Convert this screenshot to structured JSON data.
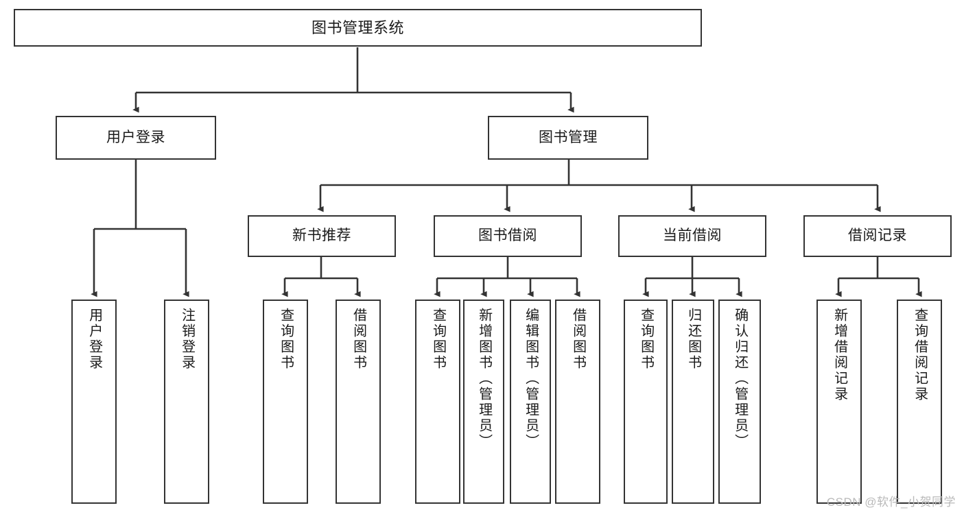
{
  "diagram": {
    "title": "图书管理系统",
    "type": "hierarchy-tree",
    "line_color": "#333333",
    "box_fill": "#ffffff",
    "text_color": "#1a1a1a"
  },
  "levels": {
    "root": {
      "label": "图书管理系统"
    },
    "level2": [
      {
        "id": "user-login",
        "label": "用户登录"
      },
      {
        "id": "book-manage",
        "label": "图书管理"
      }
    ],
    "level3": [
      {
        "id": "new-book-recommend",
        "label": "新书推荐"
      },
      {
        "id": "book-borrow",
        "label": "图书借阅"
      },
      {
        "id": "current-borrow",
        "label": "当前借阅"
      },
      {
        "id": "borrow-record",
        "label": "借阅记录"
      }
    ],
    "leaves": {
      "user-login": [
        {
          "id": "leaf-user-login",
          "label": "用户登录"
        },
        {
          "id": "leaf-logout-login",
          "label": "注销登录"
        }
      ],
      "new-book-recommend": [
        {
          "id": "leaf-query-book-1",
          "label": "查询图书"
        },
        {
          "id": "leaf-borrow-book-1",
          "label": "借阅图书"
        }
      ],
      "book-borrow": [
        {
          "id": "leaf-query-book-2",
          "label": "查询图书"
        },
        {
          "id": "leaf-add-book",
          "label": "新增图书（管理员）"
        },
        {
          "id": "leaf-edit-book",
          "label": "编辑图书（管理员）"
        },
        {
          "id": "leaf-borrow-book-2",
          "label": "借阅图书"
        }
      ],
      "current-borrow": [
        {
          "id": "leaf-query-book-3",
          "label": "查询图书"
        },
        {
          "id": "leaf-return-book",
          "label": "归还图书"
        },
        {
          "id": "leaf-confirm-return",
          "label": "确认归还（管理员）"
        }
      ],
      "borrow-record": [
        {
          "id": "leaf-add-record",
          "label": "新增借阅记录"
        },
        {
          "id": "leaf-query-record",
          "label": "查询借阅记录"
        }
      ]
    }
  },
  "watermark": {
    "text": "CSDN @软件_小贺同学"
  }
}
